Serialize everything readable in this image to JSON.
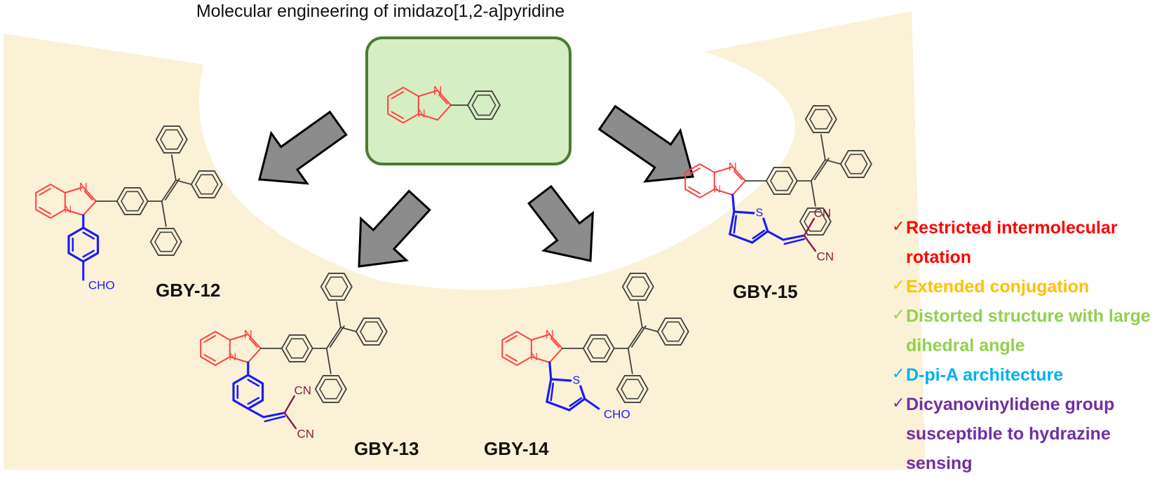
{
  "title": "Molecular engineering of imidazo[1,2-a]pyridine",
  "compounds": [
    {
      "id": "gby12",
      "label": "GBY-12",
      "substituent": "CHO"
    },
    {
      "id": "gby13",
      "label": "GBY-13",
      "substituent": "CN"
    },
    {
      "id": "gby14",
      "label": "GBY-14",
      "substituent": "CHO"
    },
    {
      "id": "gby15",
      "label": "GBY-15",
      "substituent": "CN"
    }
  ],
  "atoms": {
    "nitrogen": "N",
    "sulfur": "S",
    "cyano": "CN",
    "aldehyde": "CHO"
  },
  "features": [
    {
      "text": "Restricted intermolecular rotation",
      "color": "#ff0000"
    },
    {
      "text": "Extended conjugation",
      "color": "#ffc000"
    },
    {
      "text": "Distorted structure with large dihedral angle",
      "color": "#92d050"
    },
    {
      "text": "D-pi-A architecture",
      "color": "#00b0f0"
    },
    {
      "text": "Dicyanovinylidene group susceptible to hydrazine sensing",
      "color": "#7030a0"
    }
  ],
  "tick_symbol": "✓",
  "colors": {
    "core": "#ff4040",
    "tpe": "#404040",
    "linker": "#1a1aff",
    "cyano": "#8b1a4a",
    "arc_fill": "#fbf1d6",
    "box_fill": "#d6eec4",
    "box_border": "#4d7a32",
    "arrow_fill": "#8c8c8c"
  }
}
